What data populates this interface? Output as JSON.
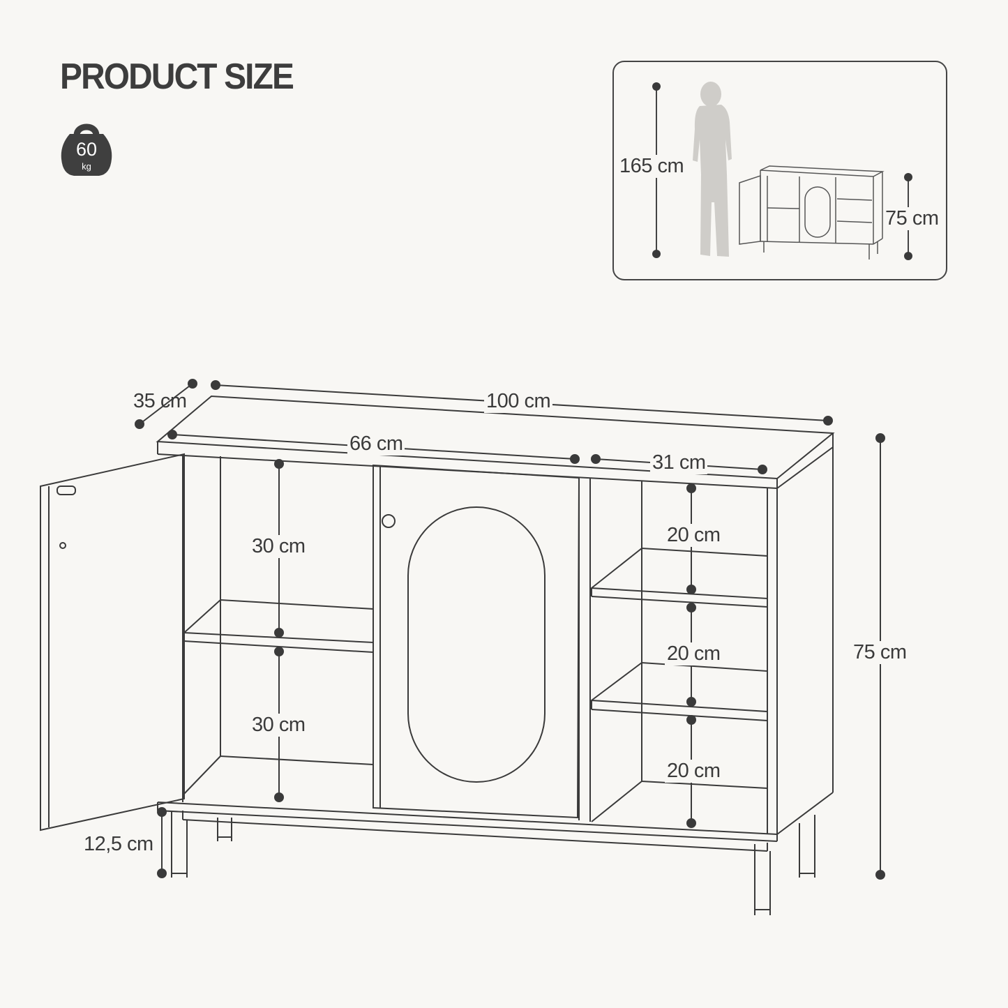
{
  "title": "PRODUCT SIZE",
  "weight": {
    "value": "60",
    "unit": "kg",
    "icon": "weight-icon"
  },
  "reference": {
    "person_height": "165 cm",
    "cabinet_height": "75 cm"
  },
  "dimensions": {
    "depth": "35 cm",
    "width": "100 cm",
    "left_section_width": "66 cm",
    "right_section_width": "31 cm",
    "left_shelf_top": "30 cm",
    "left_shelf_bottom": "30 cm",
    "right_shelf_1": "20 cm",
    "right_shelf_2": "20 cm",
    "right_shelf_3": "20 cm",
    "height": "75 cm",
    "leg_height": "12,5 cm"
  }
}
